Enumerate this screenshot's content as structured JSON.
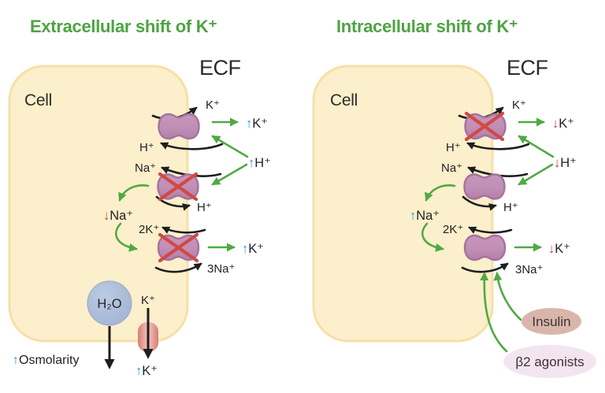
{
  "colors": {
    "title_green": "#4ea344",
    "arrow_green": "#50a944",
    "up_blue": "#2d93d5",
    "down_red": "#c44038",
    "ink": "#222222",
    "cell_fill": "#fcefcb",
    "cell_border": "#f6e0a8",
    "transporter_fill": "#c391b8",
    "transporter_stroke": "#a4739c",
    "inhibit_x_red": "#d04a42",
    "water_fill": "#a8b9d6",
    "channel_pink": "#d98079",
    "insulin_fill": "#dab6aa",
    "b2_fill": "#f3e5ef"
  },
  "left": {
    "title": "Extracellular shift of K⁺",
    "ecf": "ECF",
    "cell": "Cell",
    "hk_exchanger": {
      "out_ion": "K⁺",
      "in_ion": "H⁺"
    },
    "k_result": {
      "arrow": "↑",
      "ion": "K⁺"
    },
    "h_trigger": {
      "arrow": "↑",
      "ion": "H⁺"
    },
    "nah_exchanger": {
      "in_ion": "Na⁺",
      "out_ion": "H⁺"
    },
    "na_level": {
      "arrow": "↓",
      "ion": "Na⁺"
    },
    "pump": {
      "in_ion": "2K⁺",
      "out_ion": "3Na⁺"
    },
    "pump_k_result": {
      "arrow": "↑",
      "ion": "K⁺"
    },
    "water": "H₂O",
    "channel_ion": "K⁺",
    "channel_result": {
      "arrow": "↑",
      "ion": "K⁺"
    },
    "osmolarity": {
      "arrow": "↑",
      "label": "Osmolarity"
    }
  },
  "right": {
    "title": "Intracellular shift of K⁺",
    "ecf": "ECF",
    "cell": "Cell",
    "hk_exchanger": {
      "out_ion": "K⁺",
      "in_ion": "H⁺"
    },
    "k_result": {
      "arrow": "↓",
      "ion": "K⁺"
    },
    "h_trigger": {
      "arrow": "↓",
      "ion": "H⁺"
    },
    "nah_exchanger": {
      "in_ion": "Na⁺",
      "out_ion": "H⁺"
    },
    "na_level": {
      "arrow": "↑",
      "ion": "Na⁺"
    },
    "pump": {
      "in_ion": "2K⁺",
      "out_ion": "3Na⁺"
    },
    "pump_k_result": {
      "arrow": "↓",
      "ion": "K⁺"
    },
    "insulin": "Insulin",
    "b2_agonists": "β2 agonists"
  }
}
